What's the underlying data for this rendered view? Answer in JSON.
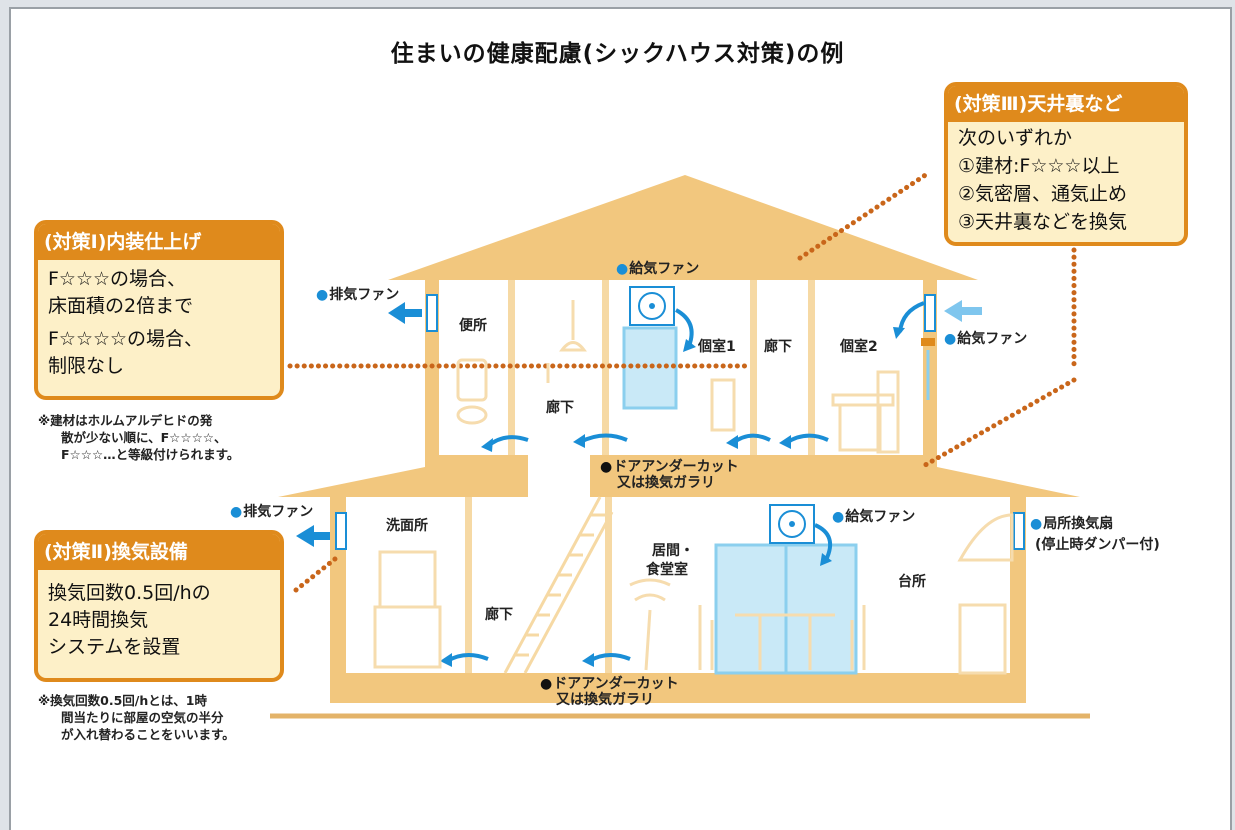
{
  "title": "住まいの健康配慮(シックハウス対策)の例",
  "colors": {
    "accent": "#df8a1c",
    "box_fill": "#fdf0c8",
    "house": "#f2c77e",
    "arrow": "#1a8ed6"
  },
  "box1": {
    "header": "(対策Ⅰ)内装仕上げ",
    "lines": [
      "F☆☆☆の場合、",
      "床面積の2倍まで",
      "F☆☆☆☆の場合、",
      "制限なし"
    ]
  },
  "note1": [
    "※建材はホルムアルデヒドの発",
    "散が少ない順に、F☆☆☆☆、",
    "F☆☆☆…と等級付けられます。"
  ],
  "box2": {
    "header": "(対策Ⅱ)換気設備",
    "lines": [
      "換気回数0.5回/hの",
      "24時間換気",
      "システムを設置"
    ]
  },
  "note2": [
    "※換気回数0.5回/hとは、1時",
    "間当たりに部屋の空気の半分",
    "が入れ替わることをいいます。"
  ],
  "box3": {
    "header": "(対策Ⅲ)天井裏など",
    "lines": [
      "次のいずれか",
      "①建材:F☆☆☆以上",
      "②気密層、通気止め",
      "③天井裏などを換気"
    ]
  },
  "labels": {
    "exhaust_fan_upper": "排気ファン",
    "supply_fan_roof": "給気ファン",
    "toilet": "便所",
    "private_room_1": "個室1",
    "hallway_upper": "廊下",
    "private_room_2": "個室2",
    "supply_fan_right": "給気ファン",
    "hallway_mid": "廊下",
    "door_undercut_upper_1": "ドアアンダーカット",
    "door_undercut_upper_2": "又は換気ガラリ",
    "exhaust_fan_lower": "排気ファン",
    "washroom": "洗面所",
    "supply_fan_lower": "給気ファン",
    "local_fan_1": "局所換気扇",
    "local_fan_2": "(停止時ダンパー付)",
    "living_1": "居間・",
    "living_2": "食堂室",
    "kitchen": "台所",
    "hallway_lower": "廊下",
    "door_undercut_lower_1": "ドアアンダーカット",
    "door_undercut_lower_2": "又は換気ガラリ"
  }
}
